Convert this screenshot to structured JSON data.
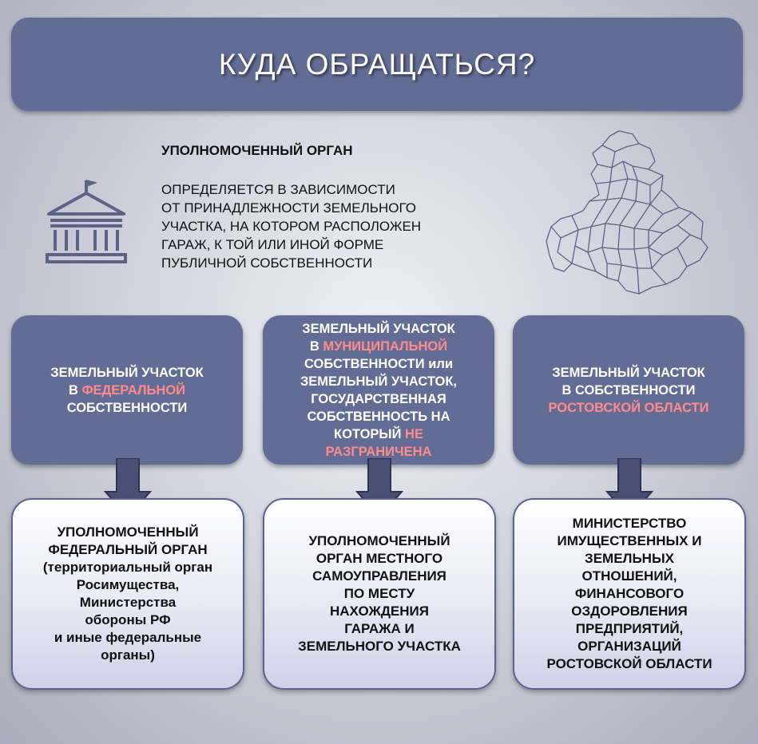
{
  "title": "КУДА ОБРАЩАТЬСЯ?",
  "authority": {
    "heading": "УПОЛНОМОЧЕННЫЙ ОРГАН",
    "description_lines": [
      "ОПРЕДЕЛЯЕТСЯ В ЗАВИСИМОСТИ",
      "ОТ ПРИНАДЛЕЖНОСТИ ЗЕМЕЛЬНОГО",
      "УЧАСТКА, НА КОТОРОМ РАСПОЛОЖЕН",
      "ГАРАЖ, К ТОЙ ИЛИ ИНОЙ ФОРМЕ",
      "ПУБЛИЧНОЙ СОБСТВЕННОСТИ"
    ]
  },
  "icons": {
    "building": "government-building-icon",
    "map": "rostov-region-map-icon",
    "arrow": "down-arrow-icon"
  },
  "colors": {
    "box": "#636c95",
    "highlight": "#ff8b8b",
    "arrow": "#4a5073"
  },
  "columns": [
    {
      "top_lines": [
        [
          {
            "t": "ЗЕМЕЛЬНЫЙ УЧАСТОК",
            "hl": false
          }
        ],
        [
          {
            "t": "В ",
            "hl": false
          },
          {
            "t": "ФЕДЕРАЛЬНОЙ",
            "hl": true
          }
        ],
        [
          {
            "t": "СОБСТВЕННОСТИ",
            "hl": false
          }
        ]
      ],
      "bottom_lines": [
        "УПОЛНОМОЧЕННЫЙ",
        "ФЕДЕРАЛЬНЫЙ ОРГАН",
        "(территориальный орган",
        "Росимущества,",
        "Министерства",
        "обороны РФ",
        "и иные федеральные",
        "органы)"
      ]
    },
    {
      "top_lines": [
        [
          {
            "t": "ЗЕМЕЛЬНЫЙ УЧАСТОК",
            "hl": false
          }
        ],
        [
          {
            "t": "В ",
            "hl": false
          },
          {
            "t": "МУНИЦИПАЛЬНОЙ",
            "hl": true
          }
        ],
        [
          {
            "t": "СОБСТВЕННОСТИ или",
            "hl": false
          }
        ],
        [
          {
            "t": "ЗЕМЕЛЬНЫЙ УЧАСТОК,",
            "hl": false
          }
        ],
        [
          {
            "t": "ГОСУДАРСТВЕННАЯ",
            "hl": false
          }
        ],
        [
          {
            "t": "СОБСТВЕННОСТЬ НА",
            "hl": false
          }
        ],
        [
          {
            "t": "КОТОРЫЙ ",
            "hl": false
          },
          {
            "t": "НЕ",
            "hl": true
          }
        ],
        [
          {
            "t": "РАЗГРАНИЧЕНА",
            "hl": true
          }
        ]
      ],
      "bottom_lines": [
        "УПОЛНОМОЧЕННЫЙ",
        "ОРГАН МЕСТНОГО",
        "САМОУПРАВЛЕНИЯ",
        "ПО МЕСТУ",
        "НАХОЖДЕНИЯ",
        "ГАРАЖА И",
        "ЗЕМЕЛЬНОГО УЧАСТКА"
      ]
    },
    {
      "top_lines": [
        [
          {
            "t": "ЗЕМЕЛЬНЫЙ УЧАСТОК",
            "hl": false
          }
        ],
        [
          {
            "t": "В СОБСТВЕННОСТИ",
            "hl": false
          }
        ],
        [
          {
            "t": "РОСТОВСКОЙ ОБЛАСТИ",
            "hl": true
          }
        ]
      ],
      "bottom_lines": [
        "МИНИСТЕРСТВО",
        "ИМУЩЕСТВЕННЫХ И",
        "ЗЕМЕЛЬНЫХ",
        "ОТНОШЕНИЙ,",
        "ФИНАНСОВОГО",
        "ОЗДОРОВЛЕНИЯ",
        "ПРЕДПРИЯТИЙ,",
        "ОРГАНИЗАЦИЙ",
        "РОСТОВСКОЙ ОБЛАСТИ"
      ]
    }
  ]
}
